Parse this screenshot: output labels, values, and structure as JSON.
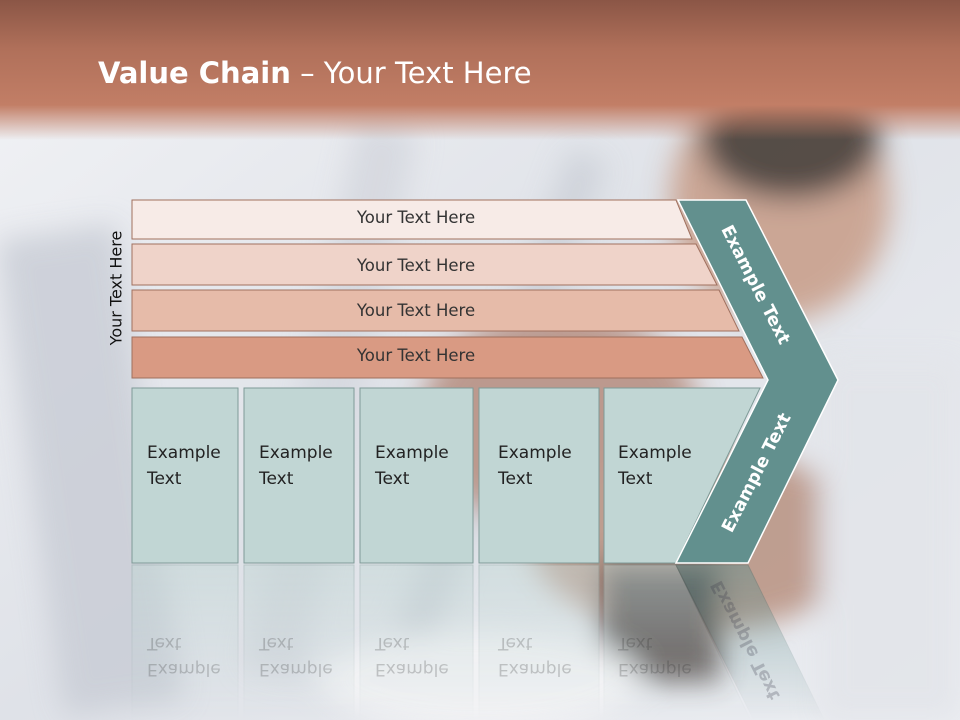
{
  "slide": {
    "title_bold": "Value Chain",
    "title_rest": " – Your Text Here",
    "side_label": "Your Text Here"
  },
  "bands": [
    {
      "label": "Your Text Here",
      "color": "#f7ebe7"
    },
    {
      "label": "Your Text Here",
      "color": "#efd3c9"
    },
    {
      "label": "Your Text Here",
      "color": "#e6bba9"
    },
    {
      "label": "Your Text Here",
      "color": "#d99a83"
    }
  ],
  "boxes": [
    {
      "label": "Example Text"
    },
    {
      "label": "Example Text"
    },
    {
      "label": "Example Text"
    },
    {
      "label": "Example Text"
    },
    {
      "label": "Example Text"
    }
  ],
  "chevron": {
    "upper_label": "Example Text",
    "lower_label": "Example Text",
    "color": "#62908e",
    "box_color": "#c1d6d4"
  }
}
